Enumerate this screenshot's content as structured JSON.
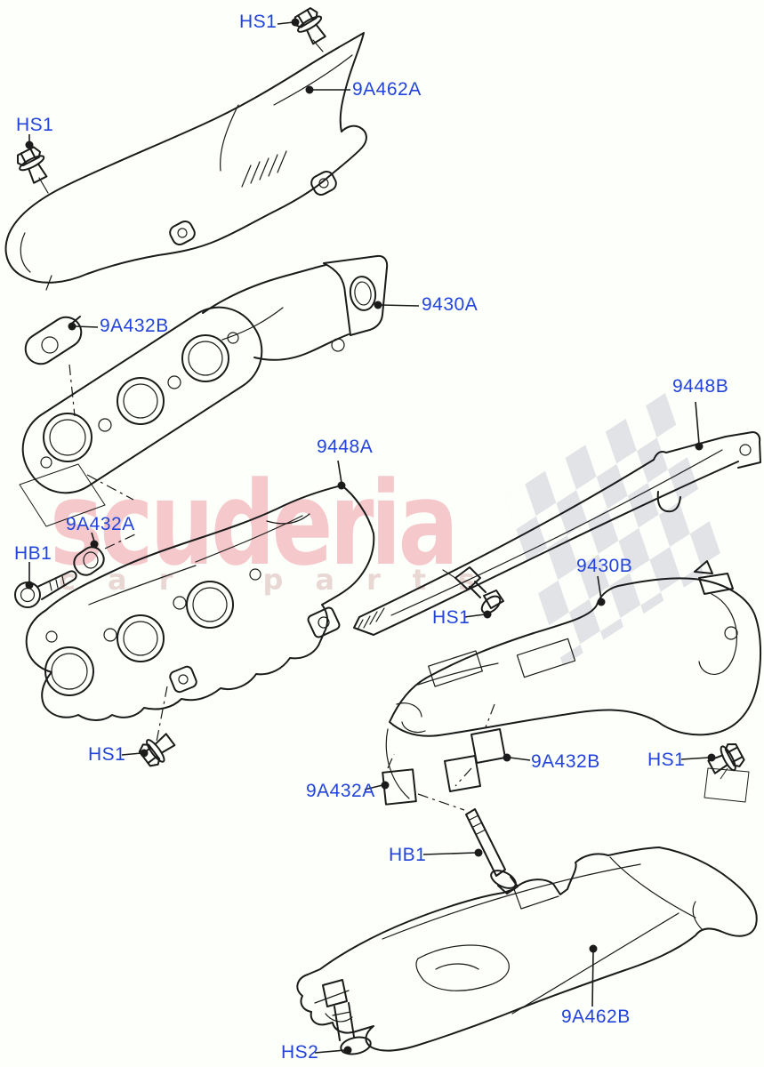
{
  "diagram": {
    "background_color": "#fdfffa",
    "line_color": "#1b1b1b",
    "label_color": "#2244dd",
    "callouts": [
      {
        "id": "hs1-top",
        "text": "HS1"
      },
      {
        "id": "9a462a",
        "text": "9A462A"
      },
      {
        "id": "hs1-left",
        "text": "HS1"
      },
      {
        "id": "9a432b-upper",
        "text": "9A432B"
      },
      {
        "id": "9430a",
        "text": "9430A"
      },
      {
        "id": "9448b",
        "text": "9448B"
      },
      {
        "id": "9448a",
        "text": "9448A"
      },
      {
        "id": "9a432a-left",
        "text": "9A432A"
      },
      {
        "id": "hb1-left",
        "text": "HB1"
      },
      {
        "id": "hs1-midleft",
        "text": "HS1"
      },
      {
        "id": "9430b",
        "text": "9430B"
      },
      {
        "id": "hs1-center",
        "text": "HS1"
      },
      {
        "id": "9a432b-lower",
        "text": "9A432B"
      },
      {
        "id": "9a432a-bottom",
        "text": "9A432A"
      },
      {
        "id": "hs1-right",
        "text": "HS1"
      },
      {
        "id": "hb1-bottom",
        "text": "HB1"
      },
      {
        "id": "9a462b",
        "text": "9A462B"
      },
      {
        "id": "hs2",
        "text": "HS2"
      }
    ]
  },
  "watermark": {
    "brand_text": "scuderia",
    "subtitle_text": "car parts",
    "brand_color": "#f5c9cb",
    "subtitle_color": "#e9d7d3",
    "flag_color": "#d9d9e0"
  }
}
